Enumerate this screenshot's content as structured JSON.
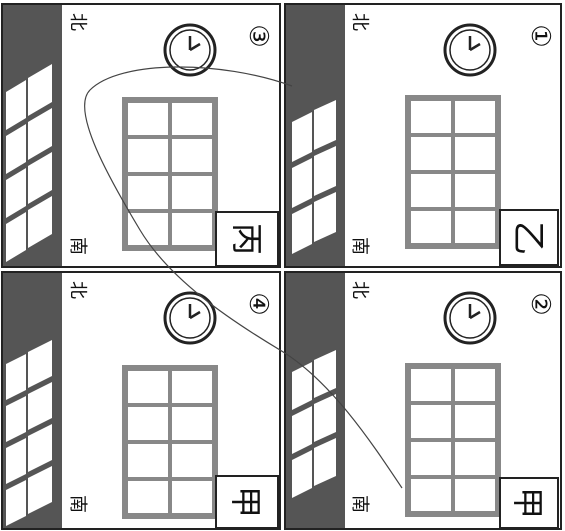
{
  "panels": [
    {
      "number": "①",
      "north": "北",
      "south": "南",
      "answer": "乙"
    },
    {
      "number": "②",
      "north": "北",
      "south": "南",
      "answer": "甲"
    },
    {
      "number": "③",
      "north": "北",
      "south": "南",
      "answer": "丙"
    },
    {
      "number": "④",
      "north": "北",
      "south": "南",
      "answer": "甲"
    }
  ],
  "colors": {
    "ink": "#222222",
    "shadow": "#4a4a4a",
    "frame": "#7a7a7a",
    "paper": "#ffffff"
  },
  "icons": [
    "clock-icon",
    "window-frame",
    "shadow-area"
  ]
}
